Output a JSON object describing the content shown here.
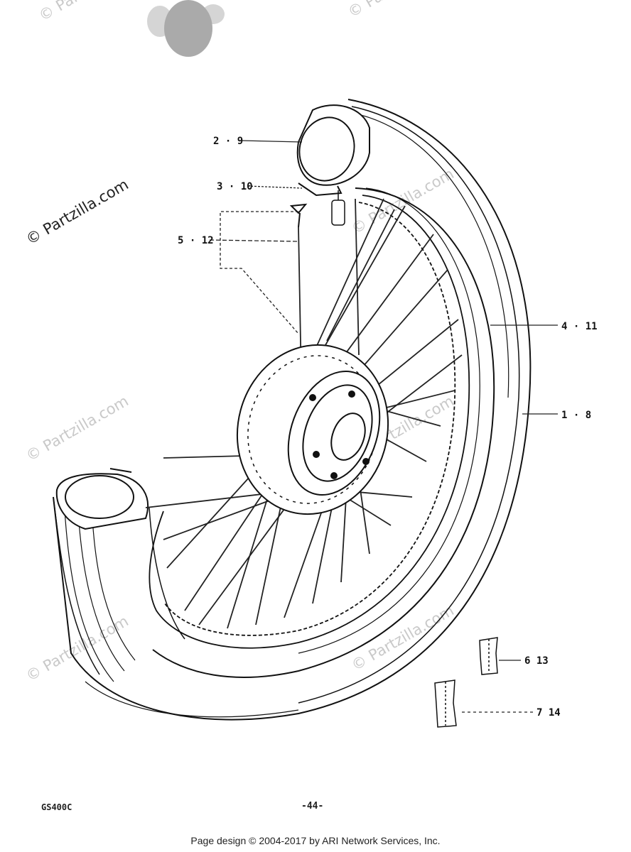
{
  "watermarks": {
    "main": "© Partzilla.com",
    "repeat": "© Partzilla.com"
  },
  "callouts": {
    "tube_cap": "2 · 9",
    "valve_nut": "3 · 10",
    "spoke": "5 · 12",
    "tire": "4 · 11",
    "rim": "1 · 8",
    "balancer_a": "6  13",
    "balancer_b": "7  14"
  },
  "footer": {
    "model": "GS400C",
    "page": "-44-",
    "copyright": "Page design © 2004-2017 by ARI Network Services, Inc."
  }
}
